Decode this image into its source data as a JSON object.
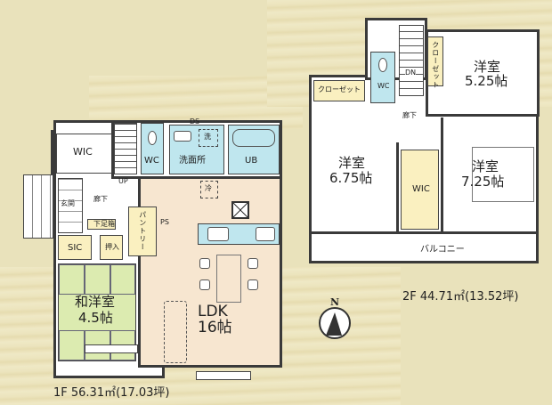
{
  "floor_plan": {
    "floor1": {
      "caption": "1F 56.31㎡(17.03坪)",
      "rooms": {
        "wic": "WIC",
        "stairs_up": "UP",
        "wc": "WC",
        "washroom": "洗面所",
        "washer": "洗",
        "ds": "DS",
        "bath": "UB",
        "entrance": "玄関",
        "hallway": "廊下",
        "shoe_cabinet": "下足箱",
        "sic": "SIC",
        "closet": "押入",
        "pantry": "パントリー",
        "ps": "PS",
        "fridge": "冷",
        "japanese_room_name": "和洋室",
        "japanese_room_size": "4.5帖",
        "ldk_name": "LDK",
        "ldk_size": "16帖"
      }
    },
    "floor2": {
      "caption": "2F 44.71㎡(13.52坪)",
      "rooms": {
        "closet_top": "クローゼット",
        "room_a_name": "洋室",
        "room_a_size": "5.25帖",
        "stairs_down": "DN",
        "wc": "WC",
        "closet_left": "クローゼット",
        "hallway": "廊下",
        "room_b_name": "洋室",
        "room_b_size": "6.75帖",
        "wic": "WIC",
        "room_c_name": "洋室",
        "room_c_size": "7.25帖",
        "balcony": "バルコニー"
      }
    },
    "compass": {
      "label": "N"
    },
    "colors": {
      "background": "#e9e2bb",
      "wet_area": "#bfe6ee",
      "ldk_floor": "#f7e6d0",
      "storage": "#faf0c0",
      "tatami": "#dcebb0",
      "wall": "#3a3a3a"
    }
  }
}
